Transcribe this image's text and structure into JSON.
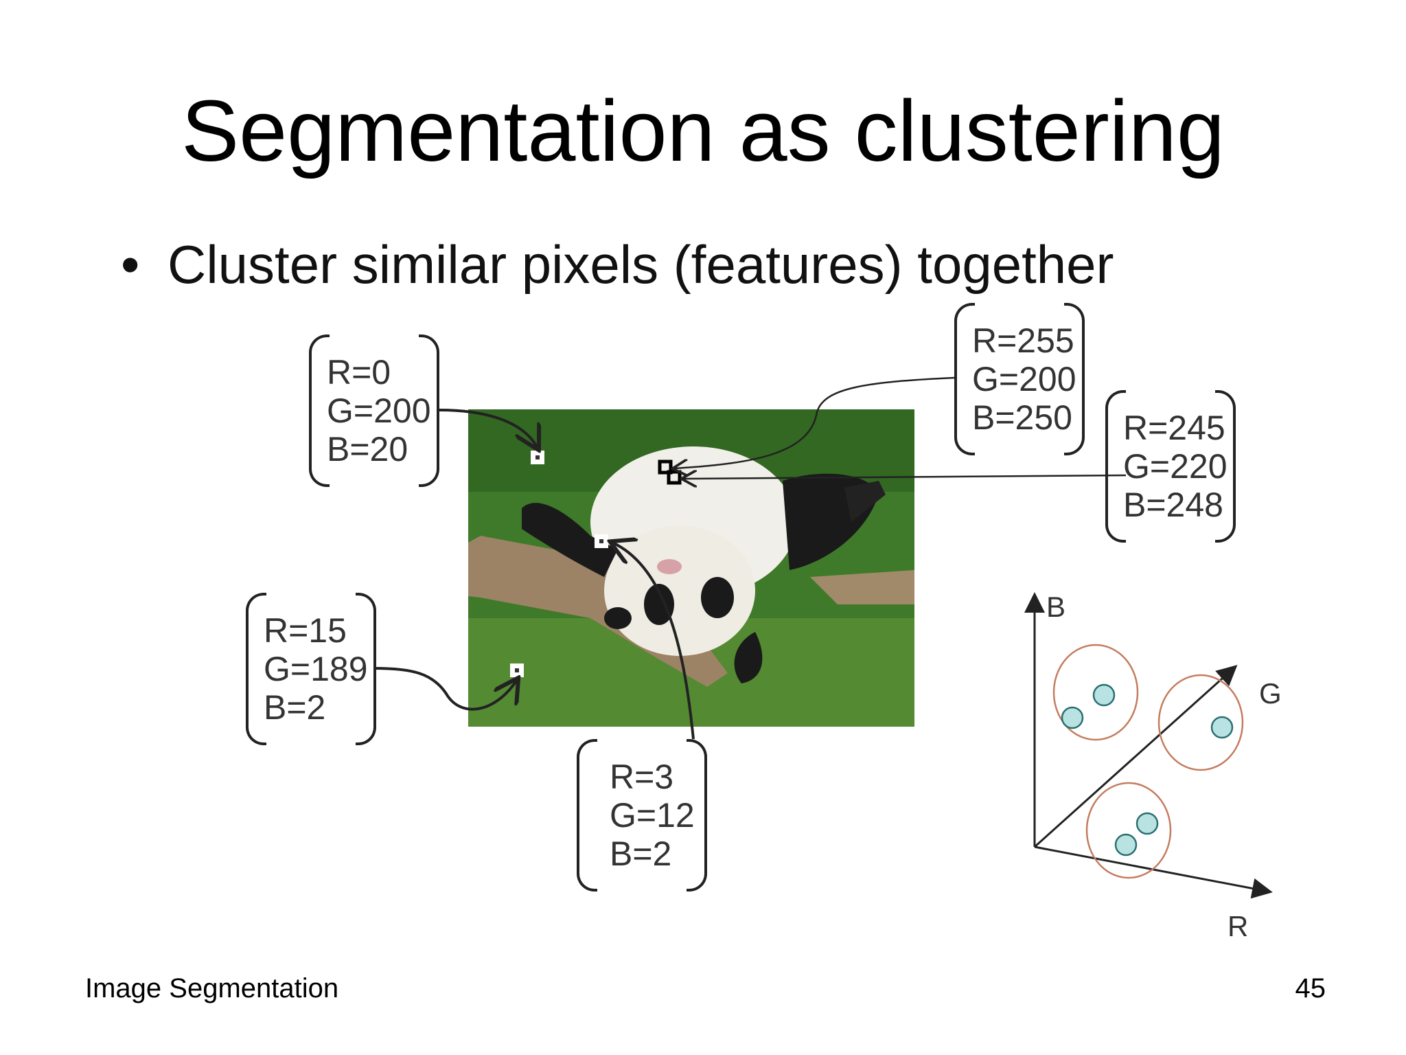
{
  "slide": {
    "title": "Segmentation as clustering",
    "bullet": "Cluster similar pixels (features) together",
    "bullet_mark": "•"
  },
  "samples": [
    {
      "R": "R=0",
      "G": "G=200",
      "B": "B=20"
    },
    {
      "R": "R=255",
      "G": "G=200",
      "B": "B=250"
    },
    {
      "R": "R=245",
      "G": "G=220",
      "B": "B=248"
    },
    {
      "R": "R=15",
      "G": "G=189",
      "B": "B=2"
    },
    {
      "R": "R=3",
      "G": "G=12",
      "B": "B=2"
    }
  ],
  "feature_space": {
    "axis_b": "B",
    "axis_g": "G",
    "axis_r": "R",
    "cluster_color": "#c47c5e",
    "point_fill": "#b9e3e3",
    "point_stroke": "#2b6f6f"
  },
  "footer": {
    "left": "Image Segmentation",
    "page_number": "45"
  }
}
